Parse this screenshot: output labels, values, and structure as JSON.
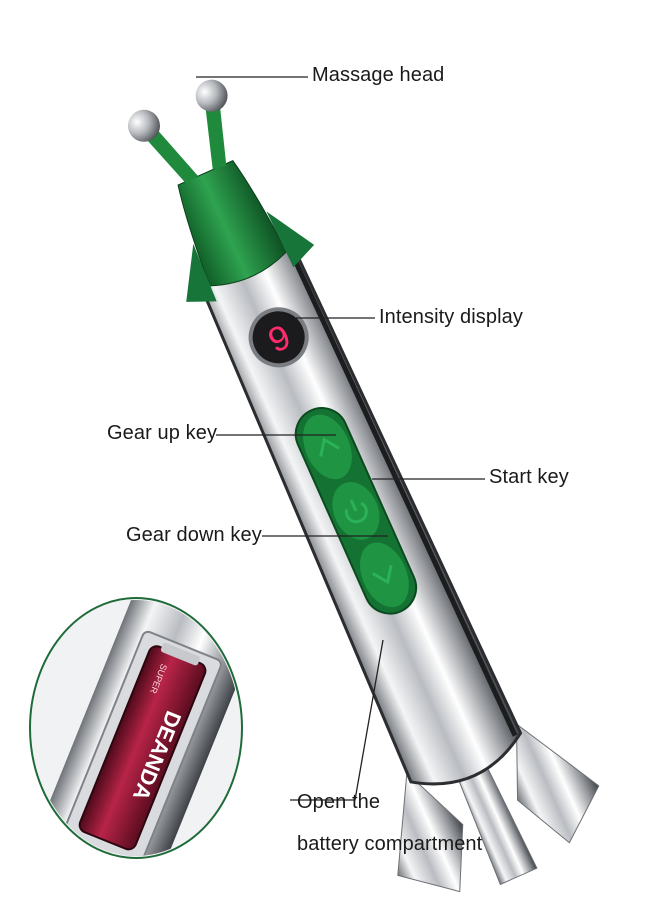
{
  "labels": {
    "massage_head": "Massage head",
    "intensity_display": "Intensity display",
    "gear_up_key": "Gear up key",
    "start_key": "Start key",
    "gear_down_key": "Gear down key",
    "battery_line1": "Open the",
    "battery_line2": "battery compartment"
  },
  "display_value": "9",
  "battery_brand": "DEANDA",
  "battery_badge": "SUPER",
  "colors": {
    "body_green": "#1f8a3c",
    "chrome": "#c9ccd1",
    "display_red": "#ff2b6a",
    "battery_red": "#8a1430"
  }
}
